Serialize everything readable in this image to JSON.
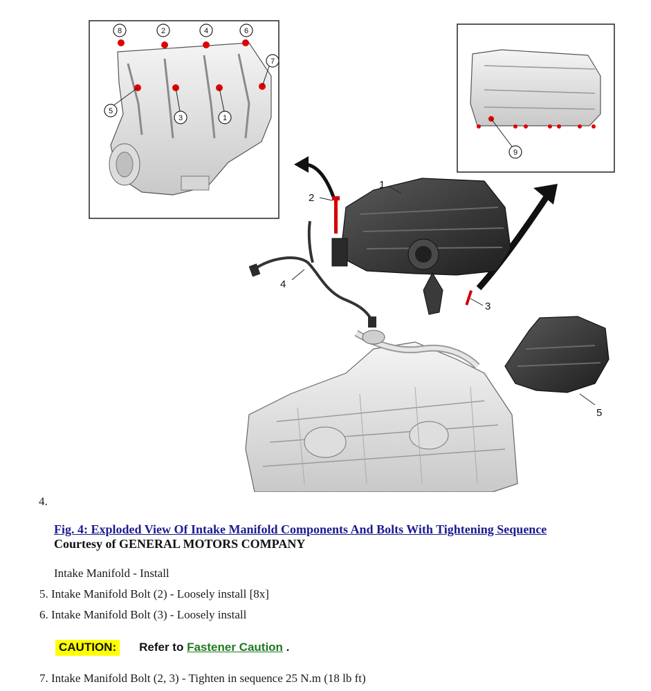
{
  "figure": {
    "callouts_top_left": [
      "8",
      "2",
      "4",
      "6",
      "7",
      "5",
      "3",
      "1"
    ],
    "callouts_top_right": [
      "9"
    ],
    "callouts_main": [
      "1",
      "2",
      "3",
      "4",
      "5"
    ],
    "colors": {
      "bolt_marker": "#e00000",
      "outline": "#222222",
      "part_fill": "#3a3a3a"
    }
  },
  "step_number": "4.",
  "figure_caption": {
    "title": "Fig. 4: Exploded View Of Intake Manifold Components And Bolts With Tightening Sequence",
    "courtesy": "Courtesy of GENERAL MOTORS COMPANY"
  },
  "steps": {
    "heading": "Intake Manifold - Install",
    "step5": "5. Intake Manifold Bolt (2) - Loosely install [8x]",
    "step6": "6. Intake Manifold Bolt (3) - Loosely install",
    "caution_label": "CAUTION:",
    "caution_prefix": "Refer to",
    "caution_link": "Fastener Caution",
    "caution_suffix": ".",
    "step7": "7. Intake Manifold Bolt (2, 3) - Tighten in sequence 25 N.m (18 lb ft)"
  }
}
